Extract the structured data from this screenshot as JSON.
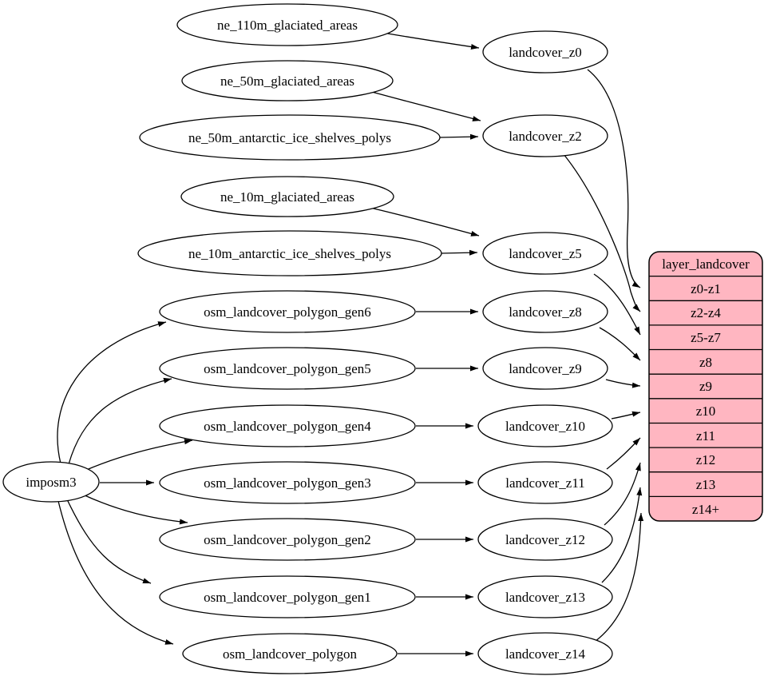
{
  "diagram": {
    "type": "etl-flow-graph",
    "colors": {
      "background": "#ffffff",
      "node_fill": "#ffffff",
      "node_stroke": "#000000",
      "edge": "#000000",
      "table_fill": "#ffb6c1",
      "table_stroke": "#000000",
      "text": "#000000"
    },
    "nodes": {
      "imposm3": "imposm3",
      "ne_110m_glaciated_areas": "ne_110m_glaciated_areas",
      "ne_50m_glaciated_areas": "ne_50m_glaciated_areas",
      "ne_50m_antarctic_ice_shelves_polys": "ne_50m_antarctic_ice_shelves_polys",
      "ne_10m_glaciated_areas": "ne_10m_glaciated_areas",
      "ne_10m_antarctic_ice_shelves_polys": "ne_10m_antarctic_ice_shelves_polys",
      "osm_landcover_polygon_gen6": "osm_landcover_polygon_gen6",
      "osm_landcover_polygon_gen5": "osm_landcover_polygon_gen5",
      "osm_landcover_polygon_gen4": "osm_landcover_polygon_gen4",
      "osm_landcover_polygon_gen3": "osm_landcover_polygon_gen3",
      "osm_landcover_polygon_gen2": "osm_landcover_polygon_gen2",
      "osm_landcover_polygon_gen1": "osm_landcover_polygon_gen1",
      "osm_landcover_polygon": "osm_landcover_polygon",
      "landcover_z0": "landcover_z0",
      "landcover_z2": "landcover_z2",
      "landcover_z5": "landcover_z5",
      "landcover_z8": "landcover_z8",
      "landcover_z9": "landcover_z9",
      "landcover_z10": "landcover_z10",
      "landcover_z11": "landcover_z11",
      "landcover_z12": "landcover_z12",
      "landcover_z13": "landcover_z13",
      "landcover_z14": "landcover_z14"
    },
    "table": {
      "title": "layer_landcover",
      "rows": [
        "z0-z1",
        "z2-z4",
        "z5-z7",
        "z8",
        "z9",
        "z10",
        "z11",
        "z12",
        "z13",
        "z14+"
      ]
    },
    "edges": [
      {
        "from": "ne_110m_glaciated_areas",
        "to": "landcover_z0"
      },
      {
        "from": "ne_50m_glaciated_areas",
        "to": "landcover_z2"
      },
      {
        "from": "ne_50m_antarctic_ice_shelves_polys",
        "to": "landcover_z2"
      },
      {
        "from": "ne_10m_glaciated_areas",
        "to": "landcover_z5"
      },
      {
        "from": "ne_10m_antarctic_ice_shelves_polys",
        "to": "landcover_z5"
      },
      {
        "from": "imposm3",
        "to": "osm_landcover_polygon_gen6"
      },
      {
        "from": "imposm3",
        "to": "osm_landcover_polygon_gen5"
      },
      {
        "from": "imposm3",
        "to": "osm_landcover_polygon_gen4"
      },
      {
        "from": "imposm3",
        "to": "osm_landcover_polygon_gen3"
      },
      {
        "from": "imposm3",
        "to": "osm_landcover_polygon_gen2"
      },
      {
        "from": "imposm3",
        "to": "osm_landcover_polygon_gen1"
      },
      {
        "from": "imposm3",
        "to": "osm_landcover_polygon"
      },
      {
        "from": "osm_landcover_polygon_gen6",
        "to": "landcover_z8"
      },
      {
        "from": "osm_landcover_polygon_gen5",
        "to": "landcover_z9"
      },
      {
        "from": "osm_landcover_polygon_gen4",
        "to": "landcover_z10"
      },
      {
        "from": "osm_landcover_polygon_gen3",
        "to": "landcover_z11"
      },
      {
        "from": "osm_landcover_polygon_gen2",
        "to": "landcover_z12"
      },
      {
        "from": "osm_landcover_polygon_gen1",
        "to": "landcover_z13"
      },
      {
        "from": "osm_landcover_polygon",
        "to": "landcover_z14"
      },
      {
        "from": "landcover_z0",
        "to": "layer_landcover:z0-z1"
      },
      {
        "from": "landcover_z2",
        "to": "layer_landcover:z2-z4"
      },
      {
        "from": "landcover_z5",
        "to": "layer_landcover:z5-z7"
      },
      {
        "from": "landcover_z8",
        "to": "layer_landcover:z8"
      },
      {
        "from": "landcover_z9",
        "to": "layer_landcover:z9"
      },
      {
        "from": "landcover_z10",
        "to": "layer_landcover:z10"
      },
      {
        "from": "landcover_z11",
        "to": "layer_landcover:z11"
      },
      {
        "from": "landcover_z12",
        "to": "layer_landcover:z12"
      },
      {
        "from": "landcover_z13",
        "to": "layer_landcover:z13"
      },
      {
        "from": "landcover_z14",
        "to": "layer_landcover:z14+"
      }
    ]
  }
}
